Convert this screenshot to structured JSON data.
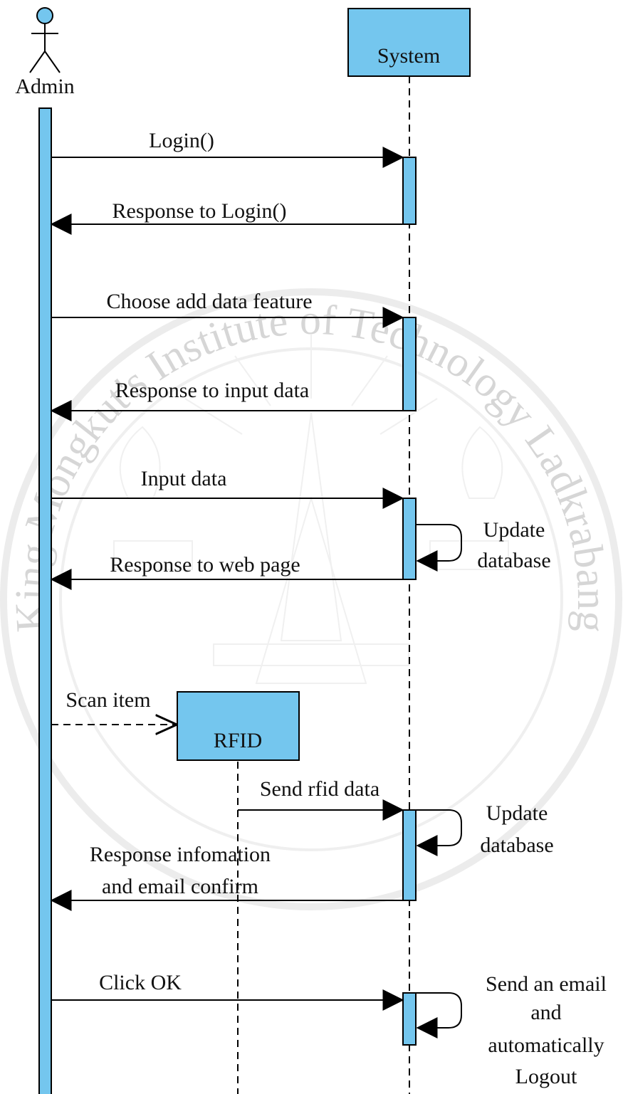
{
  "watermark": {
    "text": "King Mongkut's Institute of Technology Ladkrabang"
  },
  "colors": {
    "lifeline_fill": "#74c6ee",
    "line": "#000000",
    "watermark": "#d6d6d6"
  },
  "actors": {
    "admin": {
      "label": "Admin"
    },
    "system": {
      "label": "System"
    },
    "rfid": {
      "label": "RFID"
    }
  },
  "messages": {
    "login": "Login()",
    "response_login": "Response to Login()",
    "choose_add": "Choose add data feature",
    "response_input": "Response to input data",
    "input_data": "Input data",
    "update_db_1": [
      "Update",
      "database"
    ],
    "response_web": "Response to web page",
    "scan_item": "Scan item",
    "send_rfid": "Send rfid data",
    "update_db_2": [
      "Update",
      "database"
    ],
    "response_info": [
      "Response infomation",
      "and email confirm"
    ],
    "click_ok": "Click OK",
    "send_email": [
      "Send an email",
      "and",
      "automatically",
      "Logout"
    ]
  }
}
